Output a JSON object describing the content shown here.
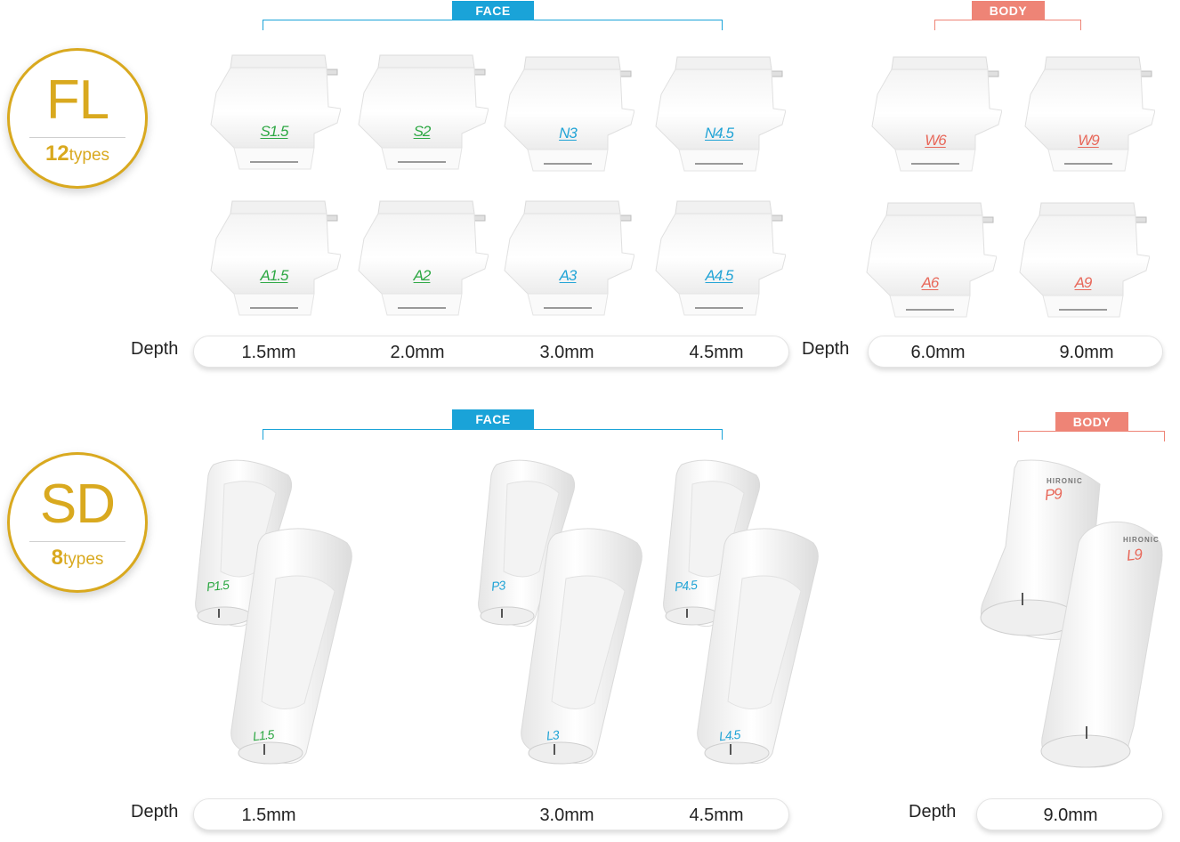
{
  "colors": {
    "gold": "#d9a91f",
    "face": "#1aa3d8",
    "body": "#ee8476",
    "green": "#2ea844",
    "blue": "#22a4d6",
    "red": "#e8685a"
  },
  "fl": {
    "code": "FL",
    "count": "12",
    "count_label": "types",
    "face_label": "FACE",
    "body_label": "BODY",
    "cartridges": [
      "S1.5",
      "S2",
      "N3",
      "N4.5",
      "W6",
      "W9",
      "A1.5",
      "A2",
      "A3",
      "A4.5",
      "A6",
      "A9"
    ],
    "depth_label": "Depth",
    "face_depths": [
      "1.5mm",
      "2.0mm",
      "3.0mm",
      "4.5mm"
    ],
    "body_depth_label": "Depth",
    "body_depths": [
      "6.0mm",
      "9.0mm"
    ]
  },
  "sd": {
    "code": "SD",
    "count": "8",
    "count_label": "types",
    "face_label": "FACE",
    "body_label": "BODY",
    "cartridges": [
      "P1.5",
      "L1.5",
      "P3",
      "L3",
      "P4.5",
      "L4.5",
      "P9",
      "L9"
    ],
    "brand": "HIRONIC",
    "depth_label": "Depth",
    "face_depths": [
      "1.5mm",
      "3.0mm",
      "4.5mm"
    ],
    "body_depth_label": "Depth",
    "body_depths": [
      "9.0mm"
    ]
  }
}
